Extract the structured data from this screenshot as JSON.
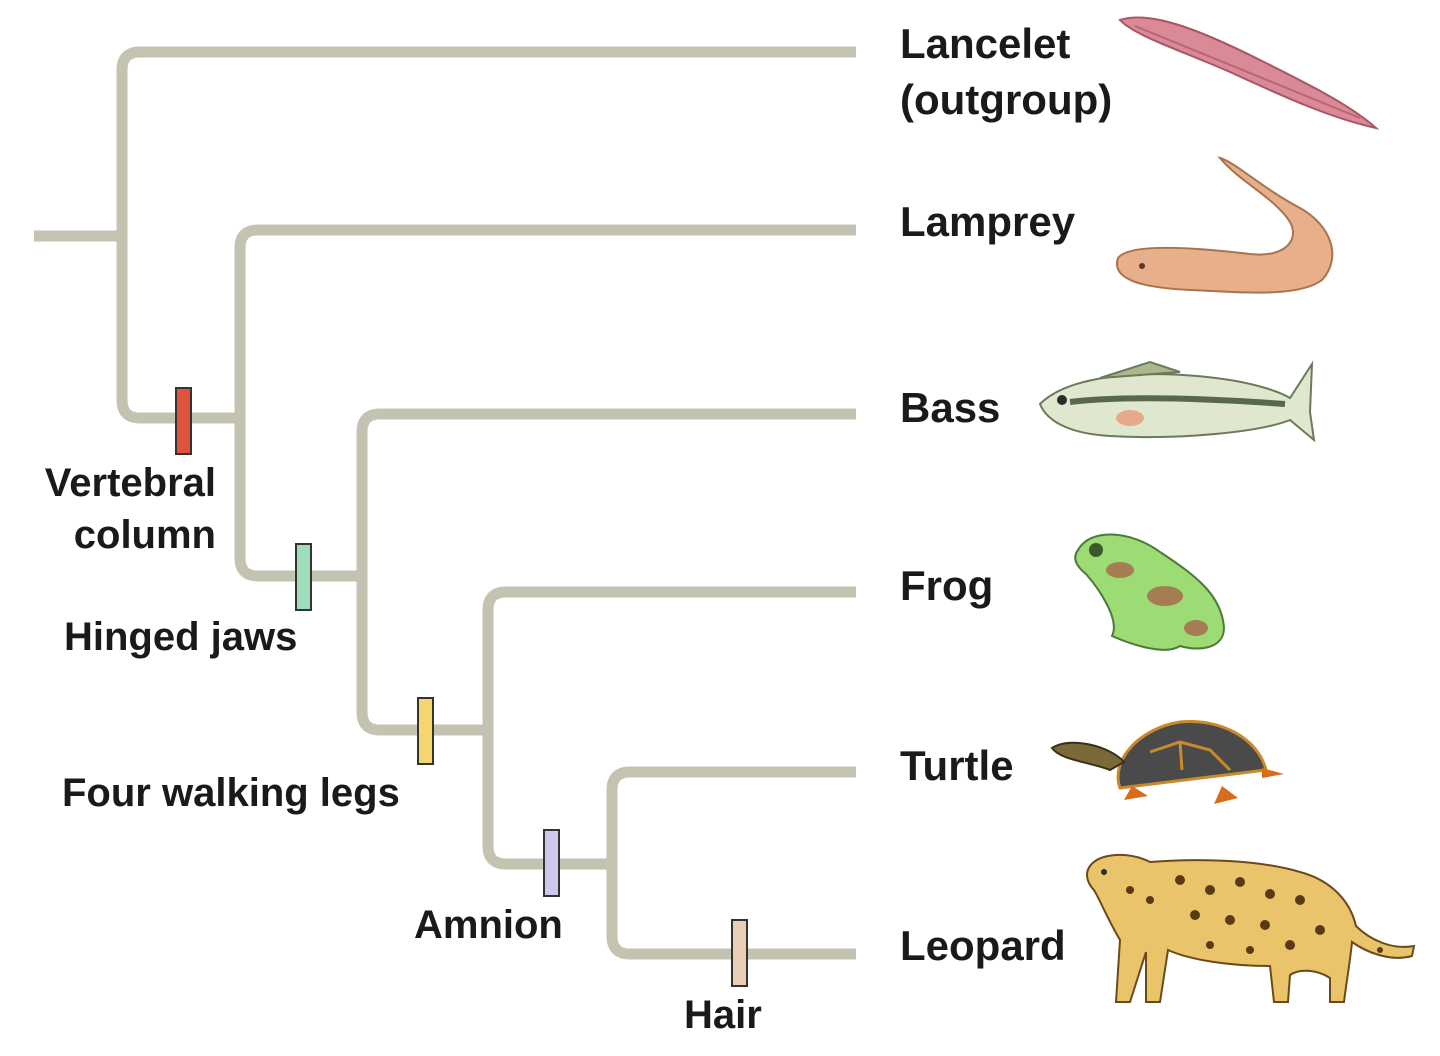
{
  "colors": {
    "branch": "#c4c2b0",
    "vertebral_column": "#e0533c",
    "hinged_jaws": "#9fdcb8",
    "four_walking_legs": "#f5d66e",
    "amnion": "#cfc8ec",
    "hair": "#e8cfb4"
  },
  "taxa": [
    {
      "id": "lancelet",
      "lines": [
        "Lancelet",
        "(outgroup)"
      ],
      "icon": "lancelet-icon"
    },
    {
      "id": "lamprey",
      "lines": [
        "Lamprey"
      ],
      "icon": "lamprey-icon"
    },
    {
      "id": "bass",
      "lines": [
        "Bass"
      ],
      "icon": "bass-icon"
    },
    {
      "id": "frog",
      "lines": [
        "Frog"
      ],
      "icon": "frog-icon"
    },
    {
      "id": "turtle",
      "lines": [
        "Turtle"
      ],
      "icon": "turtle-icon"
    },
    {
      "id": "leopard",
      "lines": [
        "Leopard"
      ],
      "icon": "leopard-icon"
    }
  ],
  "traits": [
    {
      "id": "vertebral-column",
      "lines": [
        "Vertebral",
        "column"
      ],
      "color_key": "vertebral_column"
    },
    {
      "id": "hinged-jaws",
      "lines": [
        "Hinged jaws"
      ],
      "color_key": "hinged_jaws"
    },
    {
      "id": "four-walking-legs",
      "lines": [
        "Four walking legs"
      ],
      "color_key": "four_walking_legs"
    },
    {
      "id": "amnion",
      "lines": [
        "Amnion"
      ],
      "color_key": "amnion"
    },
    {
      "id": "hair",
      "lines": [
        "Hair"
      ],
      "color_key": "hair"
    }
  ]
}
